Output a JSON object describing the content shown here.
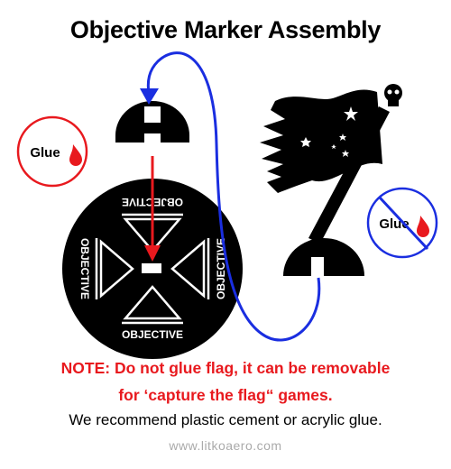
{
  "title": "Objective Marker Assembly",
  "glue_label": "Glue",
  "no_glue_label": "Glue",
  "marker_text": "OBJECTIVE",
  "note_line1": "NOTE: Do not glue flag, it can be removable",
  "note_line2": "for ‘capture the flag“ games.",
  "recommendation": "We recommend plastic cement or acrylic glue.",
  "website": "www.litkoaero.com",
  "colors": {
    "red": "#e8191e",
    "blue": "#1a2ee0",
    "black": "#000000",
    "web_gray": "#aaaaaa"
  },
  "icons": [
    "glue-drop-icon",
    "no-glue-icon",
    "skull-icon",
    "star-icon"
  ]
}
